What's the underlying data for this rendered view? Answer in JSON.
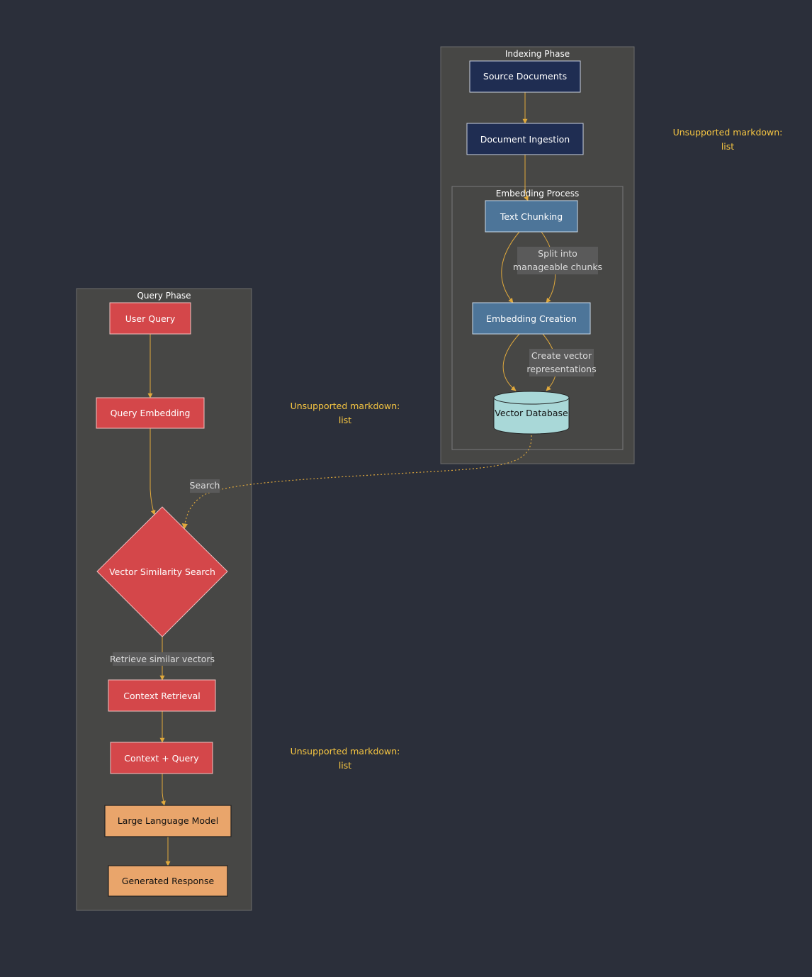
{
  "clusters": {
    "indexing": "Indexing Phase",
    "embedding": "Embedding Process",
    "query": "Query Phase"
  },
  "nodes": {
    "source_documents": "Source Documents",
    "document_ingestion": "Document Ingestion",
    "text_chunking": "Text Chunking",
    "embedding_creation": "Embedding Creation",
    "vector_database": "Vector Database",
    "user_query": "User Query",
    "query_embedding": "Query Embedding",
    "vector_similarity_search": "Vector Similarity Search",
    "context_retrieval": "Context Retrieval",
    "context_query": "Context + Query",
    "large_language_model": "Large Language Model",
    "generated_response": "Generated Response"
  },
  "edge_labels": {
    "split": [
      "Split into",
      "manageable chunks"
    ],
    "vectors": [
      "Create vector",
      "representations"
    ],
    "search": "Search",
    "retrieve": "Retrieve similar vectors"
  },
  "notes": {
    "note_1": [
      "Unsupported markdown:",
      "list"
    ],
    "note_2": [
      "Unsupported markdown:",
      "list"
    ],
    "note_3": [
      "Unsupported markdown:",
      "list"
    ]
  },
  "colors": {
    "background": "#2b2f3a",
    "cluster_fill": "#474745",
    "indexing_node": "#1f2d52",
    "embedding_node": "#4d7599",
    "vector_db": "#a9d8d8",
    "query_node": "#d4474a",
    "llm_node": "#e9a56b",
    "edge": "#e0a93c",
    "note_text": "#f5c542"
  }
}
